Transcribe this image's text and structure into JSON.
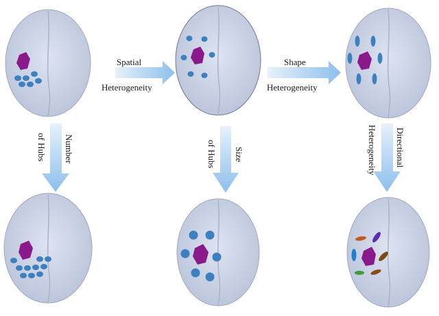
{
  "colors": {
    "brain_fill": "#c9d2e6",
    "brain_stroke": "#9fa8be",
    "hemisphere_line": "#aab3c8",
    "center_hub": "#8a1a8c",
    "hub": "#3d80c0",
    "arrow": "#9cc6ef",
    "label": "#1a1a1a",
    "directional_hubs": [
      "#1f7fd0",
      "#c25a1a",
      "#5a2db0",
      "#7a4a12",
      "#3f9a3a",
      "#8a4a18"
    ]
  },
  "labels": {
    "spatial": [
      "Spatial",
      "Heterogeneity"
    ],
    "shape": [
      "Shape",
      "Heterogeneity"
    ],
    "number": [
      "Number",
      "of Hubs"
    ],
    "size": [
      "Size",
      "of Hubs"
    ],
    "directional": [
      "Directional",
      "Heterogeneity"
    ]
  },
  "panels": [
    {
      "id": "baseline",
      "hub_style": "small-dots",
      "hub_count": 6
    },
    {
      "id": "spatial-heterogeneity",
      "hub_style": "scattered-dots",
      "hub_count": 6
    },
    {
      "id": "shape-heterogeneity",
      "hub_style": "elongated-ellipses",
      "hub_count": 6
    },
    {
      "id": "number-of-hubs",
      "hub_style": "small-dots",
      "hub_count": 10
    },
    {
      "id": "size-of-hubs",
      "hub_style": "large-dots",
      "hub_count": 6
    },
    {
      "id": "directional-heterogeneity",
      "hub_style": "oriented-ellipses",
      "hub_count": 6
    }
  ]
}
